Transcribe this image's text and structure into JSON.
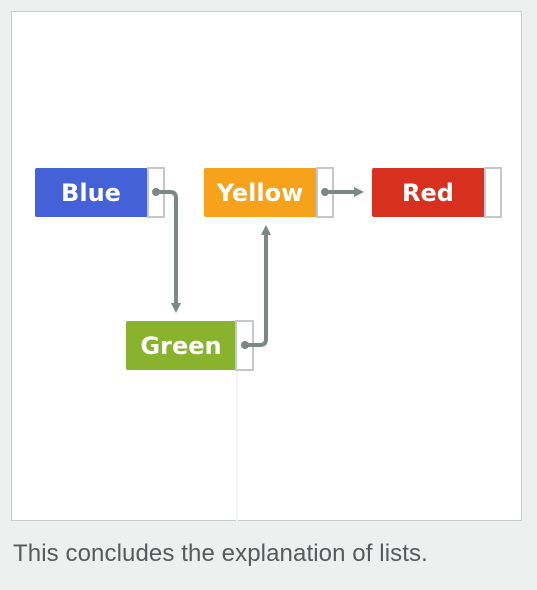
{
  "diagram": {
    "nodes": [
      {
        "id": "blue",
        "label": "Blue",
        "color": "#4461d8"
      },
      {
        "id": "yellow",
        "label": "Yellow",
        "color": "#f7a21b"
      },
      {
        "id": "red",
        "label": "Red",
        "color": "#d7301f"
      },
      {
        "id": "green",
        "label": "Green",
        "color": "#89b22d"
      }
    ],
    "links": [
      {
        "from": "blue",
        "to": "green"
      },
      {
        "from": "green",
        "to": "yellow"
      },
      {
        "from": "yellow",
        "to": "red"
      }
    ],
    "pointer_color": "#7d8786",
    "slot_border_color": "#c4c8c8"
  },
  "caption": "This concludes the explanation of lists."
}
